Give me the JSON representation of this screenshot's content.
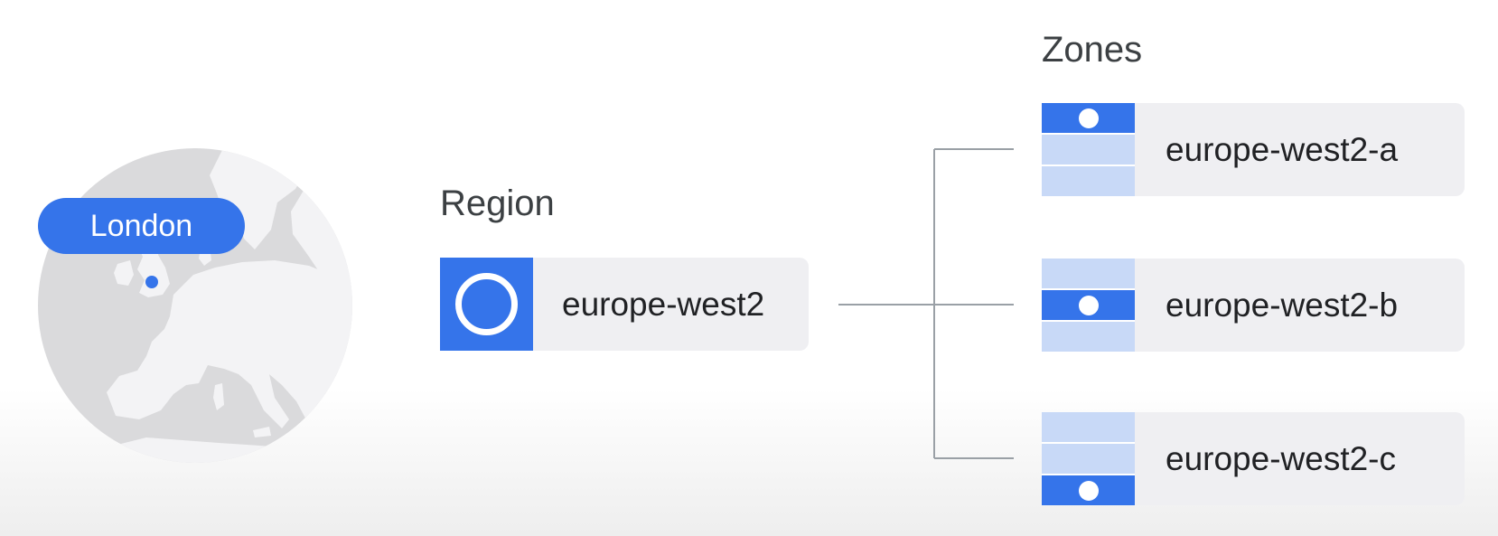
{
  "colors": {
    "accent": "#3574ea",
    "zone_inactive": "#c8d9f7",
    "card_background": "#efeff2",
    "globe": "#dadadc",
    "land": "#f3f3f5",
    "connector": "#9aa0a6"
  },
  "location": {
    "city": "London",
    "marker_icon": "location-dot-icon",
    "globe_icon": "globe-europe-icon"
  },
  "region": {
    "heading": "Region",
    "name": "europe-west2",
    "icon": "region-ring-icon"
  },
  "zones": {
    "heading": "Zones",
    "items": [
      {
        "name": "europe-west2-a",
        "active_segment": 1
      },
      {
        "name": "europe-west2-b",
        "active_segment": 2
      },
      {
        "name": "europe-west2-c",
        "active_segment": 3
      }
    ]
  }
}
